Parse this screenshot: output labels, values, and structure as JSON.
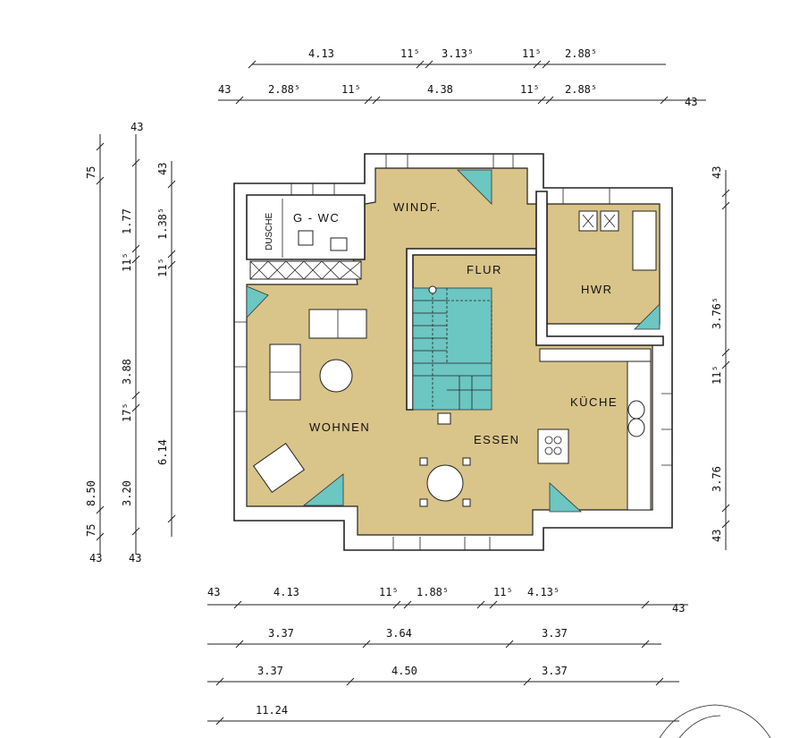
{
  "colors": {
    "floor": "#d9c489",
    "teal": "#6cc6c2",
    "wall": "#ffffff"
  },
  "rooms": {
    "windf": "WINDF.",
    "flur": "FLUR",
    "hwr": "HWR",
    "dusche": "DUSCHE",
    "gwc": "G - WC",
    "wohnen": "WOHNEN",
    "essen": "ESSEN",
    "kueche": "KÜCHE"
  },
  "dimensions": {
    "top_row1": [
      "4.13",
      "11⁵",
      "3.13⁵",
      "11⁵",
      "2.88⁵"
    ],
    "top_row2": [
      "43",
      "2.88⁵",
      "11⁵",
      "4.38",
      "11⁵",
      "2.88⁵",
      "43"
    ],
    "left_col1": [
      "75",
      "8.50",
      "75",
      "43"
    ],
    "left_col2": [
      "43",
      "1.77",
      "11⁵",
      "3.88",
      "17⁵",
      "3.20",
      "43"
    ],
    "left_col3": [
      "43",
      "1.38⁵",
      "11⁵",
      "6.14"
    ],
    "right_col": [
      "43",
      "3.76⁵",
      "11⁵",
      "3.76",
      "43"
    ],
    "bottom_row1": [
      "43",
      "4.13",
      "11⁵",
      "1.88⁵",
      "11⁵",
      "4.13⁵",
      "43"
    ],
    "bottom_row2": [
      "3.37",
      "3.64",
      "3.37"
    ],
    "bottom_row3": [
      "3.37",
      "4.50",
      "3.37"
    ],
    "bottom_row4": [
      "11.24"
    ]
  }
}
